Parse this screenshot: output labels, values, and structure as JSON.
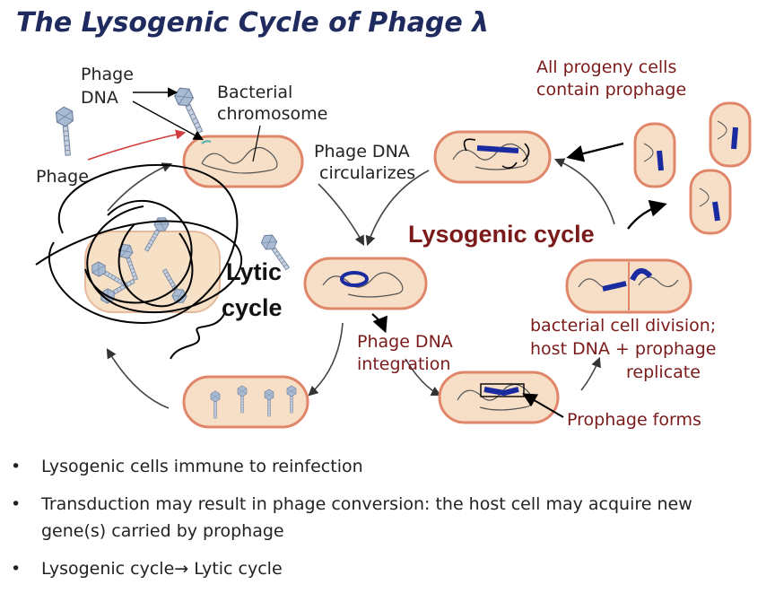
{
  "title": "The Lysogenic Cycle of Phage λ",
  "labels": {
    "phage_dna": [
      "Phage",
      "DNA"
    ],
    "phage": "Phage",
    "bacterial_chromosome": [
      "Bacterial",
      "chromosome"
    ],
    "phage_dna_circularizes": [
      "Phage DNA",
      "circularizes"
    ],
    "all_progeny": [
      "All progeny cells",
      "contain prophage"
    ],
    "lysogenic_cycle": "Lysogenic cycle",
    "lytic_cycle": [
      "Lytic",
      "cycle"
    ],
    "phage_dna_integration": [
      "Phage DNA",
      "integration"
    ],
    "cell_division": [
      "bacterial cell division;",
      "host DNA + prophage",
      "replicate"
    ],
    "prophage_forms": "Prophage forms"
  },
  "bullets": [
    "Lysogenic cells immune to reinfection",
    "Transduction may result in phage conversion: the host cell may acquire new gene(s) carried by prophage"
  ],
  "bullet_last": {
    "left": "Lysogenic cycle",
    "arrow": "→",
    "right": " Lytic cycle"
  },
  "bullet_char": "•",
  "colors": {
    "title": "#1f2a5e",
    "red_label": "#7a1a1a",
    "cell_fill": "#f6dfc6",
    "cell_edge": "#e0866a",
    "prophage": "#1a2aa0",
    "phage": "#8fa3bf"
  }
}
